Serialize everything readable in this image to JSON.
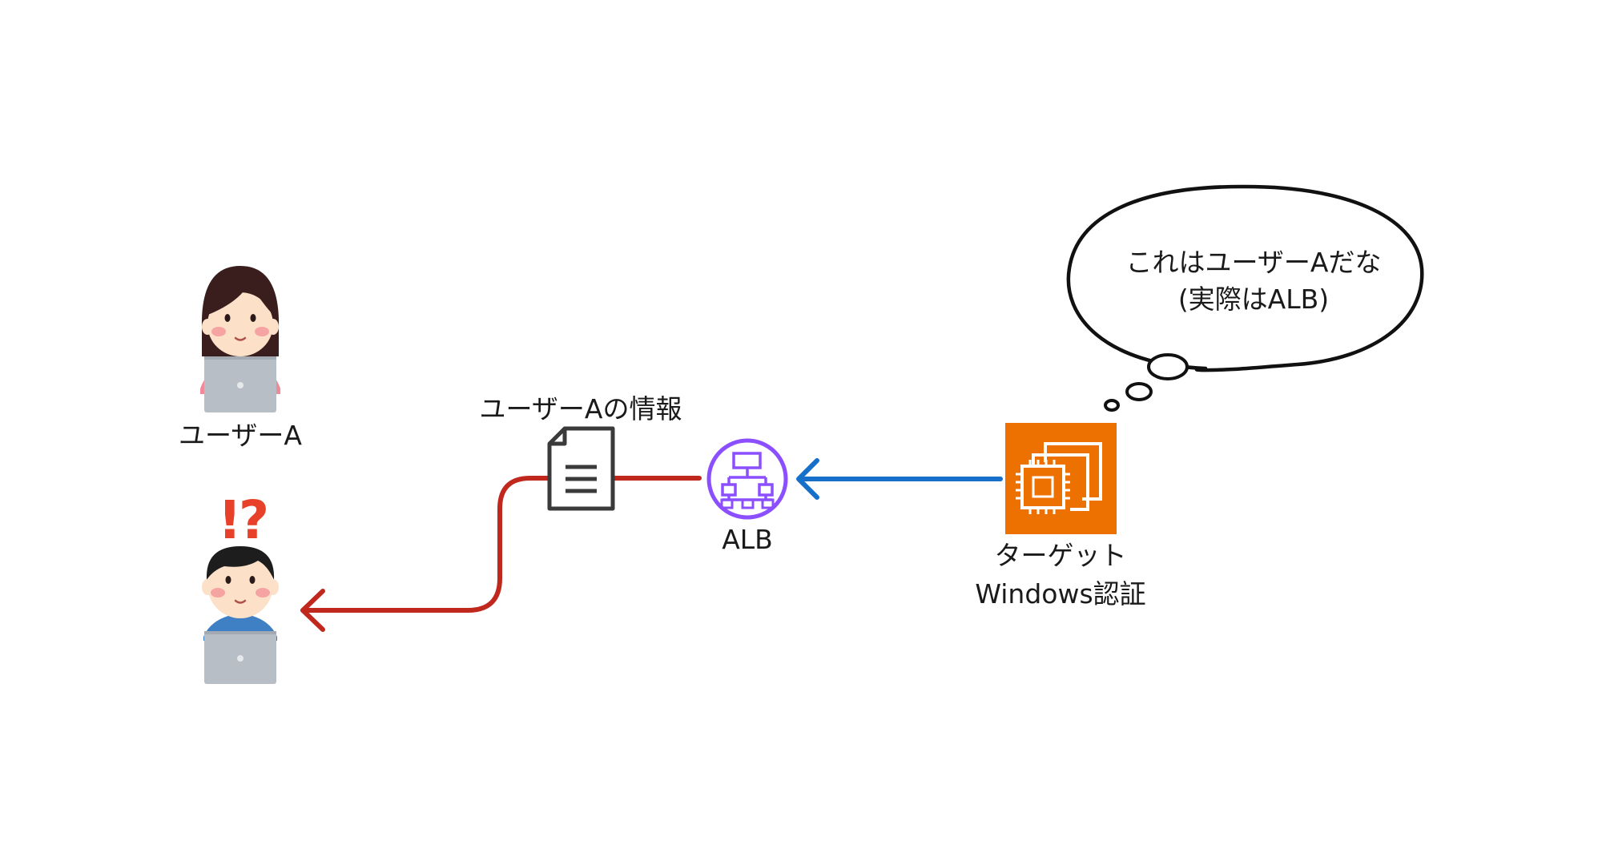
{
  "labels": {
    "user_a": "ユーザーA",
    "info": "ユーザーAの情報",
    "alb": "ALB",
    "target_line1": "ターゲット",
    "target_line2": "Windows認証"
  },
  "bubble": {
    "line1": "これはユーザーAだな",
    "line2": "(実際はALB)"
  },
  "surprise_mark": "!?",
  "icons": {
    "user_a": "woman-with-laptop-icon",
    "user_b": "confused-man-with-laptop-icon",
    "document": "document-icon",
    "alb": "load-balancer-icon",
    "target": "ec2-instance-icon"
  },
  "colors": {
    "red_arrow": "#c0281e",
    "blue_arrow": "#1670c9",
    "alb_purple": "#8c4fff",
    "ec2_orange": "#ed7100",
    "surprise_red": "#e8412a"
  }
}
